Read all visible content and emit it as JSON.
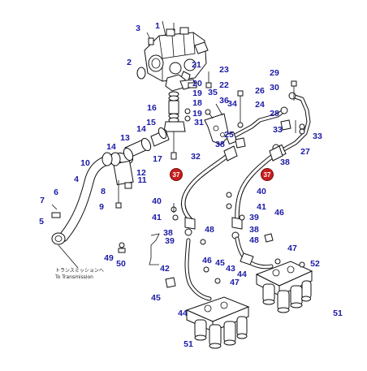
{
  "callouts": [
    {
      "id": "c1",
      "text": "1"
    },
    {
      "id": "c2",
      "text": "2"
    },
    {
      "id": "c3",
      "text": "3"
    },
    {
      "id": "c4",
      "text": "4"
    },
    {
      "id": "c5",
      "text": "5"
    },
    {
      "id": "c6",
      "text": "6"
    },
    {
      "id": "c7",
      "text": "7"
    },
    {
      "id": "c8",
      "text": "8"
    },
    {
      "id": "c9",
      "text": "9"
    },
    {
      "id": "c10",
      "text": "10"
    },
    {
      "id": "c11",
      "text": "11"
    },
    {
      "id": "c12",
      "text": "12"
    },
    {
      "id": "c13",
      "text": "13"
    },
    {
      "id": "c14a",
      "text": "14"
    },
    {
      "id": "c14b",
      "text": "14"
    },
    {
      "id": "c15",
      "text": "15"
    },
    {
      "id": "c16",
      "text": "16"
    },
    {
      "id": "c17",
      "text": "17"
    },
    {
      "id": "c18",
      "text": "18"
    },
    {
      "id": "c19a",
      "text": "19"
    },
    {
      "id": "c19b",
      "text": "19"
    },
    {
      "id": "c20",
      "text": "20"
    },
    {
      "id": "c21",
      "text": "21"
    },
    {
      "id": "c22",
      "text": "22"
    },
    {
      "id": "c23",
      "text": "23"
    },
    {
      "id": "c24",
      "text": "24"
    },
    {
      "id": "c25",
      "text": "25"
    },
    {
      "id": "c26",
      "text": "26"
    },
    {
      "id": "c27",
      "text": "27"
    },
    {
      "id": "c28",
      "text": "28"
    },
    {
      "id": "c29",
      "text": "29"
    },
    {
      "id": "c30",
      "text": "30"
    },
    {
      "id": "c31",
      "text": "31"
    },
    {
      "id": "c32",
      "text": "32"
    },
    {
      "id": "c33a",
      "text": "33"
    },
    {
      "id": "c33b",
      "text": "33"
    },
    {
      "id": "c34",
      "text": "34"
    },
    {
      "id": "c35",
      "text": "35"
    },
    {
      "id": "c36",
      "text": "36"
    },
    {
      "id": "c38a",
      "text": "38"
    },
    {
      "id": "c38b",
      "text": "38"
    },
    {
      "id": "c38c",
      "text": "38"
    },
    {
      "id": "c38d",
      "text": "38"
    },
    {
      "id": "c39a",
      "text": "39"
    },
    {
      "id": "c39b",
      "text": "39"
    },
    {
      "id": "c40a",
      "text": "40"
    },
    {
      "id": "c40b",
      "text": "40"
    },
    {
      "id": "c41a",
      "text": "41"
    },
    {
      "id": "c41b",
      "text": "41"
    },
    {
      "id": "c42",
      "text": "42"
    },
    {
      "id": "c43",
      "text": "43"
    },
    {
      "id": "c44a",
      "text": "44"
    },
    {
      "id": "c44b",
      "text": "44"
    },
    {
      "id": "c45a",
      "text": "45"
    },
    {
      "id": "c45b",
      "text": "45"
    },
    {
      "id": "c46a",
      "text": "46"
    },
    {
      "id": "c46b",
      "text": "46"
    },
    {
      "id": "c47a",
      "text": "47"
    },
    {
      "id": "c47b",
      "text": "47"
    },
    {
      "id": "c48a",
      "text": "48"
    },
    {
      "id": "c48b",
      "text": "48"
    },
    {
      "id": "c49",
      "text": "49"
    },
    {
      "id": "c50",
      "text": "50"
    },
    {
      "id": "c51a",
      "text": "51"
    },
    {
      "id": "c51b",
      "text": "51"
    },
    {
      "id": "c52",
      "text": "52"
    }
  ],
  "badges": [
    {
      "id": "b37a",
      "text": "37"
    },
    {
      "id": "b37b",
      "text": "37"
    }
  ],
  "note": {
    "line1": "トランスミッションへ",
    "line2": "To Transmission"
  },
  "colors": {
    "callout": "#1a1aa6",
    "badge": "#c81e1e",
    "line": "#111111"
  }
}
